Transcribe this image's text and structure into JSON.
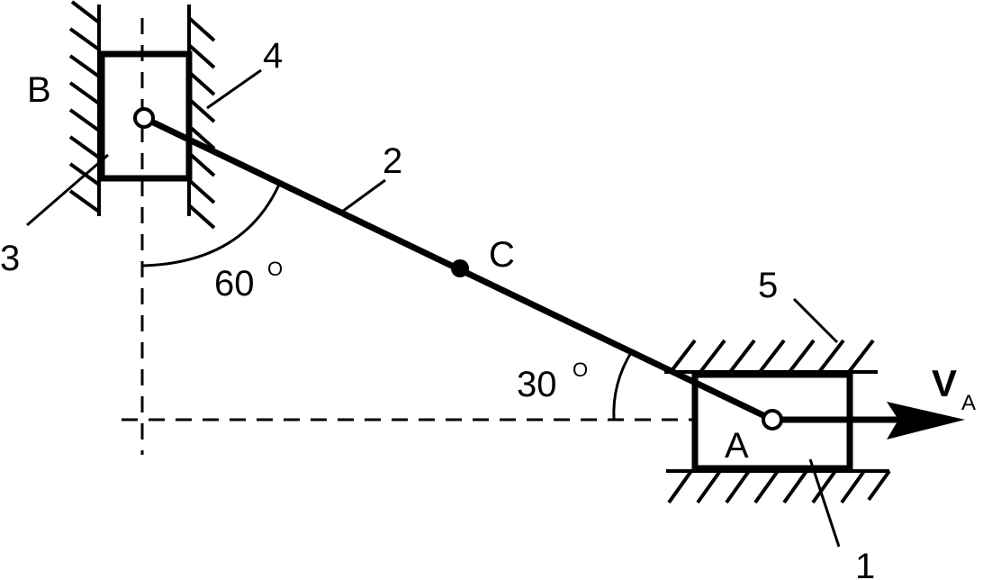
{
  "labels": {
    "point_b": "B",
    "point_a": "A",
    "point_c": "C",
    "part_1": "1",
    "part_2": "2",
    "part_3": "3",
    "part_4": "4",
    "part_5": "5"
  },
  "angles": {
    "vertical_angle": "60",
    "horizontal_angle": "30",
    "degree_mark": "O"
  },
  "velocity": {
    "symbol": "V",
    "subscript": "A"
  },
  "colors": {
    "ink": "#000000",
    "background": "#ffffff"
  }
}
